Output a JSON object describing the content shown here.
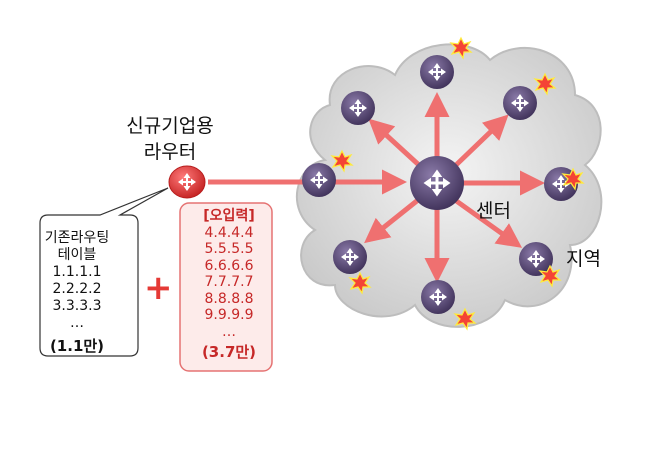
{
  "labels": {
    "new_router_line1": "신규기업용",
    "new_router_line2": "라우터",
    "center": "센터",
    "region": "지역",
    "plus": "+"
  },
  "existing_table": {
    "title_line1": "기존라우팅",
    "title_line2": "테이블",
    "entries": [
      "1.1.1.1",
      "2.2.2.2",
      "3.3.3.3",
      "…"
    ],
    "count": "(1.1만)"
  },
  "mis_input": {
    "title": "[오입력]",
    "entries": [
      "4.4.4.4",
      "5.5.5.5",
      "6.6.6.6",
      "7.7.7.7",
      "8.8.8.8",
      "9.9.9.9",
      "…"
    ],
    "count": "(3.7만)"
  },
  "colors": {
    "router_body": "#5a4a78",
    "new_router": "#e53935",
    "arrow": "#f07f7f",
    "cloud": "#e4e4e4",
    "mis_input_text": "#c62828",
    "mis_input_border": "#e57373"
  },
  "icons": [
    "router-icon",
    "new-router-icon",
    "explosion-icon",
    "speech-bubble"
  ]
}
